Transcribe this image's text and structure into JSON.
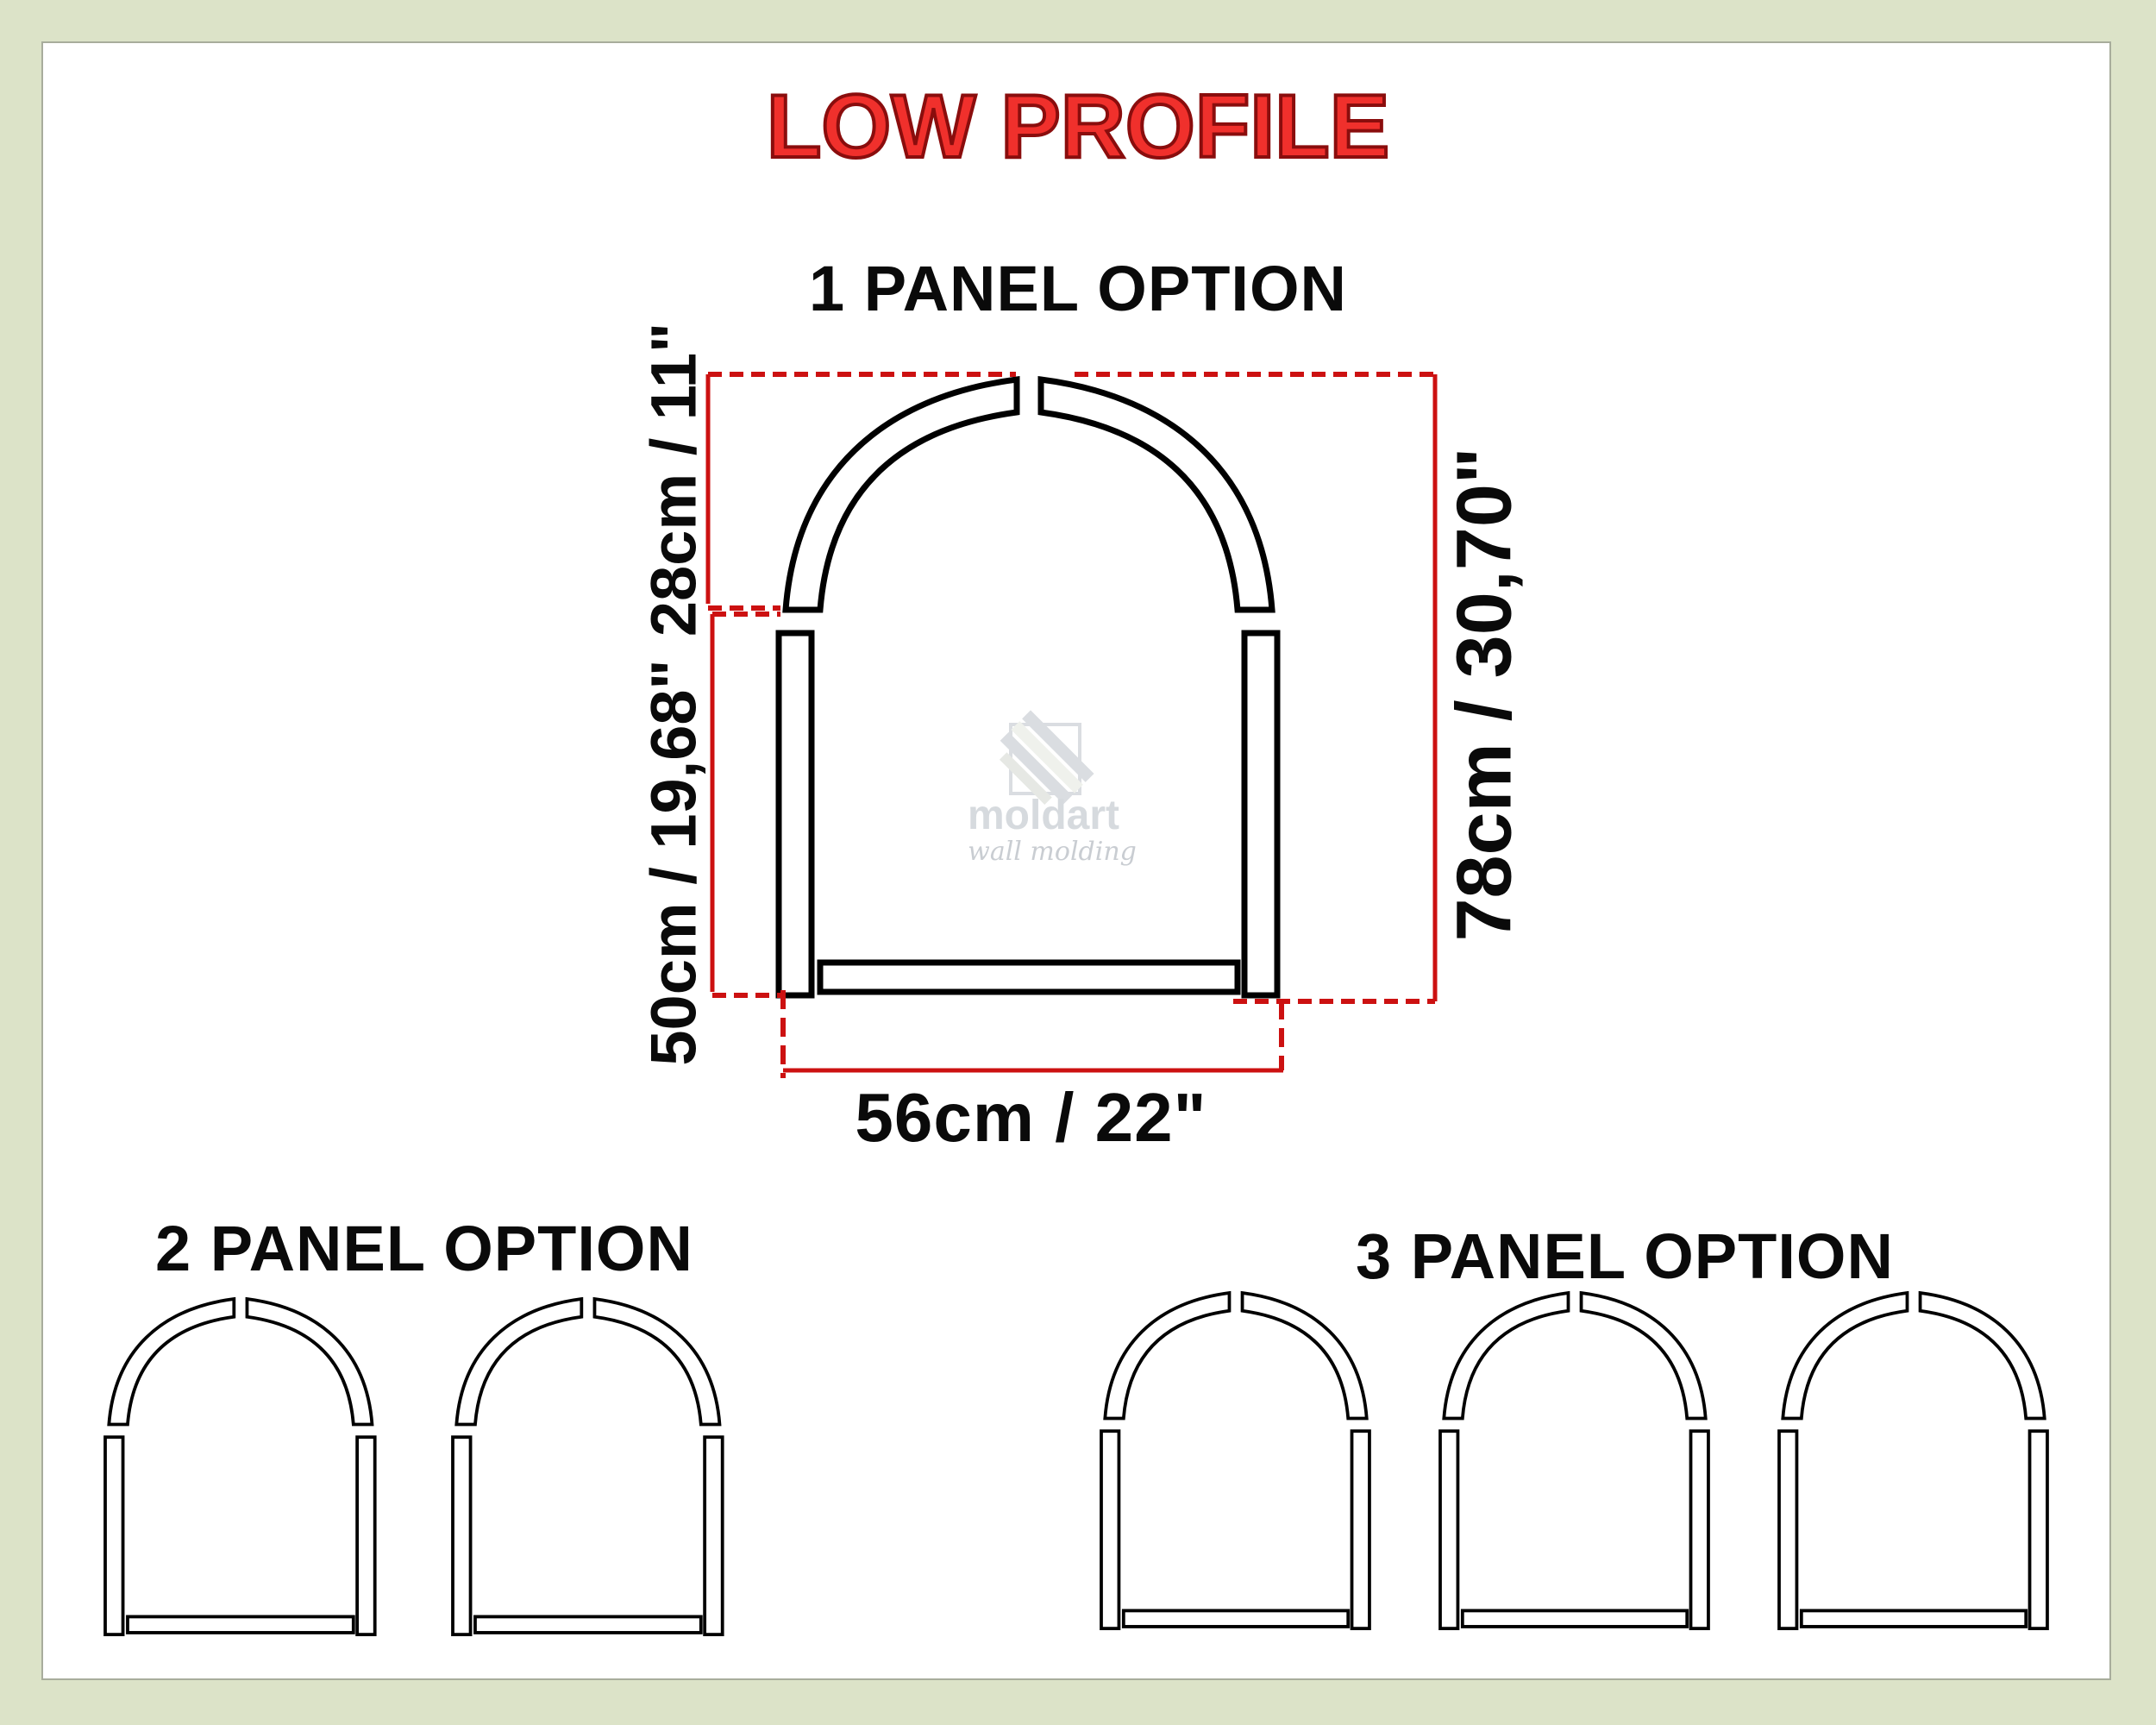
{
  "title": "LOW PROFILE",
  "colors": {
    "background": "#dce3c8",
    "title_fill": "#f0302c",
    "title_stroke": "#8a0d0d",
    "dimension_line": "#cc1111",
    "outline": "#000000",
    "watermark": "#d6dade"
  },
  "one_panel": {
    "heading": "1 PANEL OPTION",
    "dimensions": {
      "arch_height": "28cm / 11\"",
      "post_height": "50cm / 19,68\"",
      "total_height": "78cm / 30,70\"",
      "width": "56cm / 22\""
    }
  },
  "two_panel": {
    "heading": "2 PANEL OPTION",
    "count": 2
  },
  "three_panel": {
    "heading": "3 PANEL OPTION",
    "count": 3
  },
  "watermark": {
    "brand": "moldart",
    "tagline": "wall molding",
    "icon": "moldart-logo-icon"
  }
}
